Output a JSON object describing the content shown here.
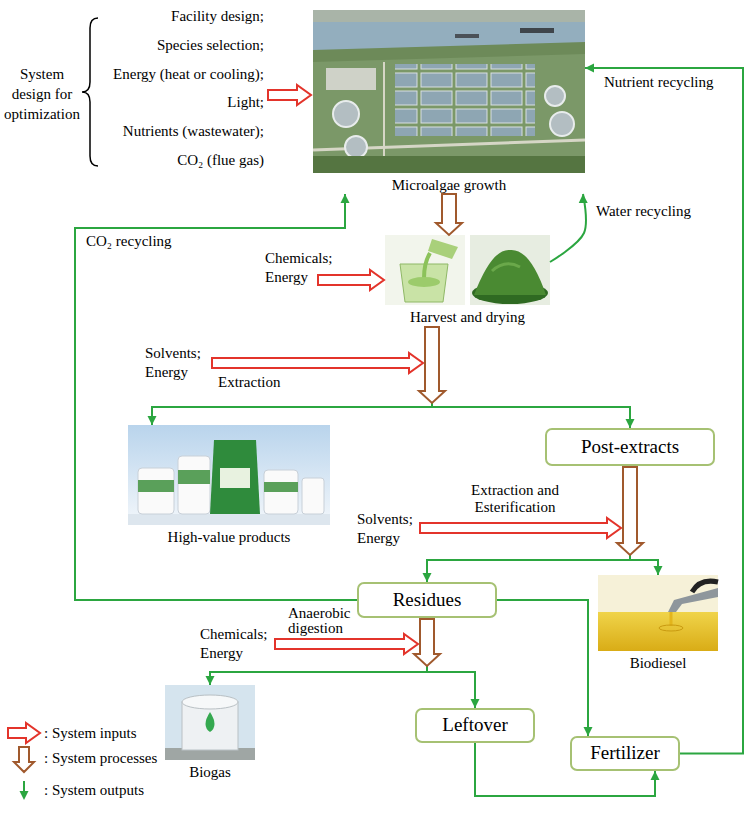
{
  "diagram": {
    "nodes": [
      {
        "text": [
          "Microalgae growth"
        ]
      },
      {
        "text": [
          "Harvest and drying"
        ]
      },
      {
        "text": [
          "High-value products"
        ]
      },
      {
        "text": [
          "Post-extracts"
        ]
      },
      {
        "text": [
          "Residues"
        ]
      },
      {
        "text": [
          "Biodiesel"
        ]
      },
      {
        "text": [
          "Biogas"
        ]
      },
      {
        "text": [
          "Leftover"
        ]
      },
      {
        "text": [
          "Fertilizer"
        ]
      }
    ],
    "edges": [
      {
        "from": 0,
        "to": 1,
        "arrow": "to"
      },
      {
        "from": 1,
        "to": 0,
        "arrow": "to",
        "label": "Water recycling"
      },
      {
        "from": 1,
        "to": 2,
        "arrow": "to"
      },
      {
        "from": 1,
        "to": 3,
        "arrow": "to"
      },
      {
        "from": 3,
        "to": 4,
        "arrow": "to"
      },
      {
        "from": 3,
        "to": 5,
        "arrow": "to"
      },
      {
        "from": 4,
        "to": 6,
        "arrow": "to"
      },
      {
        "from": 4,
        "to": 7,
        "arrow": "to"
      },
      {
        "from": 4,
        "to": 8,
        "arrow": "to"
      },
      {
        "from": 7,
        "to": 8,
        "arrow": "to"
      },
      {
        "from": 8,
        "to": 0,
        "arrow": "to",
        "label": "Nutrient recycling"
      },
      {
        "from": 4,
        "to": 0,
        "arrow": "to",
        "label": "CO₂ recycling"
      }
    ],
    "labels": [
      "Facility design;",
      "Species selection;",
      "Energy (heat or cooling);",
      "Light;",
      "Nutrients (wastewater);",
      "CO₂ (flue gas)",
      "System design for optimization",
      "Chemicals;",
      "Energy",
      "Solvents;",
      "Energy",
      "Extraction",
      "Solvents;",
      "Energy",
      "Extraction and Esterification",
      "Chemicals;",
      "Energy",
      "Anaerobic digestion"
    ],
    "legend": [
      {
        "text": ": System inputs"
      },
      {
        "text": ": System processes"
      },
      {
        "text": ": System outputs"
      }
    ]
  }
}
